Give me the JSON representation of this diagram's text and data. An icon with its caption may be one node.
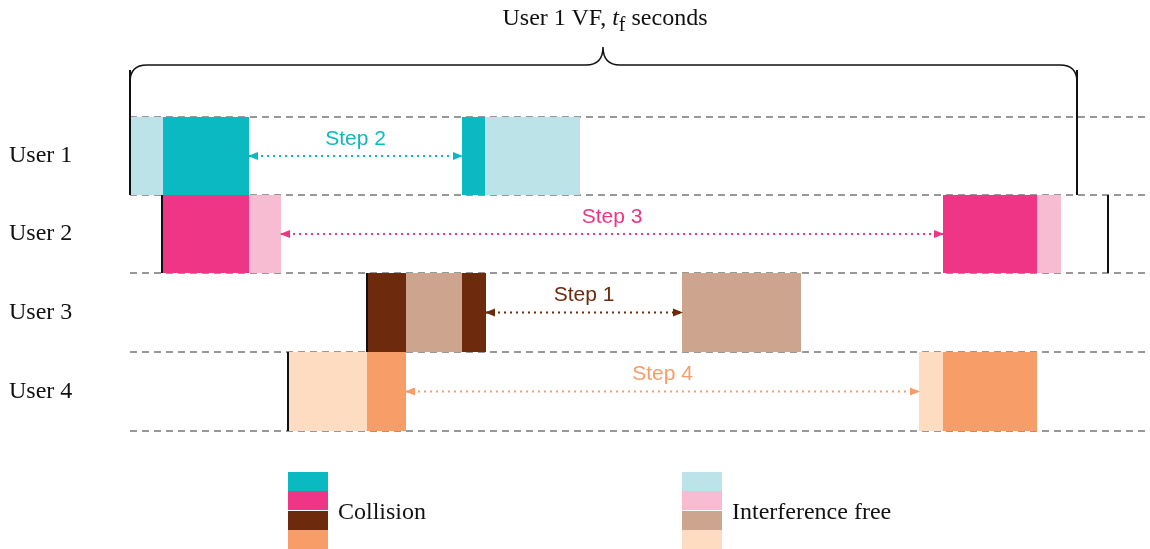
{
  "diagram": {
    "title": "User 1 VF, *t*$_{f}$ seconds",
    "nodes": [
      {
        "text": [],
        "shape": "box"
      },
      {
        "text": [],
        "shape": "box"
      },
      {
        "text": [],
        "shape": "box"
      },
      {
        "text": [],
        "shape": "box"
      },
      {
        "text": [],
        "shape": "box"
      },
      {
        "text": [],
        "shape": "box"
      },
      {
        "text": [],
        "shape": "box"
      },
      {
        "text": [],
        "shape": "box"
      },
      {
        "text": [],
        "shape": "box"
      },
      {
        "text": [],
        "shape": "box"
      },
      {
        "text": [],
        "shape": "box"
      },
      {
        "text": [],
        "shape": "box"
      },
      {
        "text": [],
        "shape": "box"
      },
      {
        "text": [],
        "shape": "box"
      },
      {
        "text": [],
        "shape": "box"
      },
      {
        "text": [],
        "shape": "box"
      }
    ],
    "edges": [
      {
        "from": 1,
        "to": 2,
        "arrow": "both",
        "label": "Step 2",
        "style": "dashed",
        "color": "#0ab9c1"
      },
      {
        "from": 5,
        "to": 6,
        "arrow": "both",
        "label": "Step 3",
        "style": "dashed",
        "color": "#ef3585"
      },
      {
        "from": 10,
        "to": 11,
        "arrow": "both",
        "label": "Step 1",
        "style": "dashed",
        "color": "#6e2a0c"
      },
      {
        "from": 13,
        "to": 14,
        "arrow": "both",
        "label": "Step 4",
        "style": "dashed",
        "color": "#f79d68"
      }
    ],
    "labels": [
      "User 1",
      "User 2",
      "User 3",
      "User 4"
    ],
    "legend": [
      {
        "text": "Collision",
        "color": "#0ab9c1"
      },
      {
        "text": "Interference free",
        "color": "#bce3e8"
      }
    ]
  }
}
